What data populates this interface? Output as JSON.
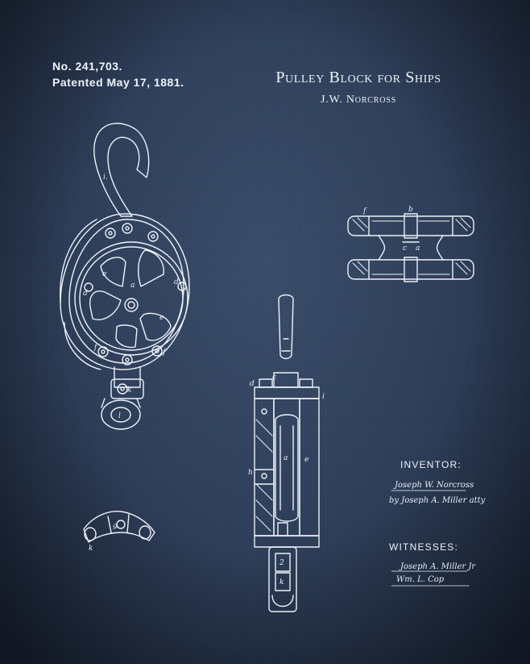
{
  "patent": {
    "number": "No. 241,703.",
    "date": "Patented May 17, 1881.",
    "title": "Pulley Block for Ships",
    "inventor": "J.W. Norcross"
  },
  "labels": {
    "inventor": "INVENTOR:",
    "witnesses": "WITNESSES:"
  },
  "signatures": {
    "inventor": "Joseph W. Norcross",
    "attorney": "by Joseph A. Miller atty",
    "witness_1": "Joseph A. Miller Jr",
    "witness_2": "Wm. L. Cop"
  },
  "figure_letters": {
    "hook": "i.",
    "spoke_a": "a",
    "spoke_e1": "e",
    "spoke_e2": "e",
    "rim_d1": "d",
    "rim_d2": "d",
    "rim_f1": "f",
    "rim_f2": "f",
    "shackle_k": "k",
    "shackle_l": "l",
    "section_f": "f",
    "section_b": "b",
    "section_c": "c",
    "section_a": "a",
    "side_d": "d",
    "side_c": "c",
    "side_i": "i",
    "side_a": "a",
    "side_e": "e",
    "side_h": "h",
    "side_2": "2",
    "side_k": "k",
    "clip_g": "g",
    "clip_k": "k"
  },
  "colors": {
    "background": "#2f405c",
    "ink": "#eef2f8"
  }
}
